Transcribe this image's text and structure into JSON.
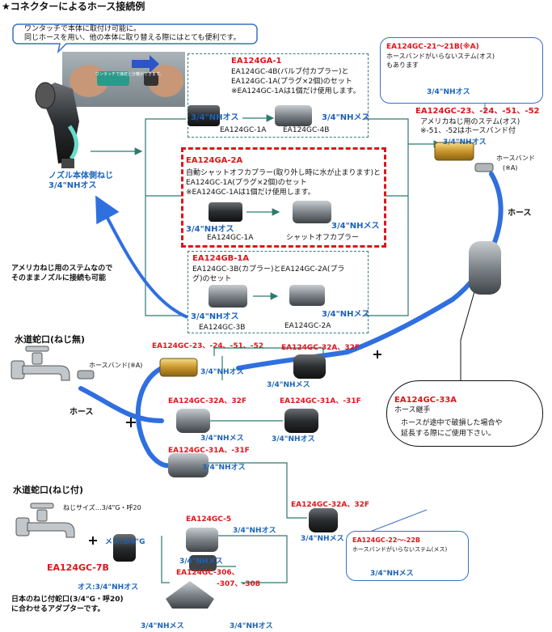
{
  "page": {
    "title": "★コネクターによるホース接続例",
    "note_line1": "ワンタッチで本体に取付け可能に。",
    "note_line2": "同じホースを用い、他の本体に取り替える際にはとても便利です。",
    "photo_caption": "ワンタッチで接続と分離ができます。"
  },
  "nozzle": {
    "label": "ノズル本体側ねじ",
    "thread": "3/4\"NHオス",
    "direct_note1": "アメリカねじ用のステムなので",
    "direct_note2": "そのままノズルに接続も可能"
  },
  "set_ga1": {
    "code": "EA124GA-1",
    "desc1": "EA124GC-4B(バルブ付カプラー)と",
    "desc2": "EA124GC-1A(プラグ×2個)のセット",
    "desc3": "※EA124GC-1Aは1個だけ使用します。",
    "left_thread": "3/4\"NHオス",
    "right_thread": "3/4\"NHメス",
    "left_part": "EA124GC-1A",
    "right_part": "EA124GC-4B"
  },
  "set_ga2": {
    "code": "EA124GA-2A",
    "desc1": "自動シャットオフカプラー(取り外し時に水が止まります)と",
    "desc2": "EA124GC-1A(プラグ×2個)のセット",
    "desc3": "※EA124GC-1Aは1個だけ使用します。",
    "left_thread": "3/4\"NHオス",
    "right_thread": "3/4\"NHメス",
    "left_part": "EA124GC-1A",
    "right_part": "シャットオフカプラー"
  },
  "set_gb1": {
    "code": "EA124GB-1A",
    "desc1": "EA124GC-3B(カプラー)とEA124GC-2A(プラ",
    "desc2": "グ)のセット",
    "left_thread": "3/4\"NHオス",
    "right_thread": "3/4\"NHメス",
    "left_part": "EA124GC-3B",
    "right_part": "EA124GC-2A"
  },
  "stem_21": {
    "code": "EA124GC-21～21B(※A)",
    "desc1": "ホースバンドがいらないステム(オス)",
    "desc2": "もあります",
    "thread": "3/4\"NHオス"
  },
  "stem_23_top": {
    "code": "EA124GC-23、-24、-51、-52",
    "desc1": "アメリカねじ用のステム(オス)",
    "desc2": "※-51、-52はホースバンド付",
    "thread": "3/4\"NHオス",
    "band": "ホースバンド",
    "band_note": "(※A)",
    "hose": "ホース"
  },
  "joint_33": {
    "code": "EA124GC-33A",
    "name": "ホース継手",
    "desc1": "ホースが途中で破損した場合や",
    "desc2": "延長する際にご使用下さい。"
  },
  "faucet_plain": {
    "label": "水道蛇口(ねじ無)",
    "band": "ホースバンド(※A)",
    "hose": "ホース",
    "stem_code": "EA124GC-23、-24、-51、-52",
    "stem_thread": "3/4\"NHオス"
  },
  "mid_parts": {
    "c32a_top": "EA124GC-32A、32F",
    "c32a_top_thread": "3/4\"NHメス",
    "c32a_left": "EA124GC-32A、32F",
    "c32a_left_thread": "3/4\"NHメス",
    "c31a_right": "EA124GC-31A、-31F",
    "c31a_right_thread": "3/4\"NHオス",
    "c31a_low": "EA124GC-31A、-31F",
    "c31a_low_thread": "3/4\"NHオス"
  },
  "faucet_thread": {
    "label": "水道蛇口(ねじ付)",
    "size": "ねじサイズ…3/4\"G・呼20",
    "female": "メス:3/4\"G",
    "adapter_code": "EA124GC-7B",
    "male": "オス:3/4\"NHオス",
    "adapter_note1": "日本のねじ付蛇口(3/4\"G・呼20)",
    "adapter_note2": "に合わせるアダプターです。"
  },
  "bottom_parts": {
    "gc5": "EA124GC-5",
    "gc5_thread": "3/4\"NHオス",
    "gc5_low_thread": "3/4\"NHメス",
    "gc306": "EA124GC-306、",
    "gc307": "-307、-308",
    "y_thread_left": "3/4\"NHメス",
    "y_thread_right": "3/4\"NHオス",
    "c32a_bottom": "EA124GC-32A、32F",
    "c32a_bottom_thread": "3/4\"NHメス"
  },
  "stem_22": {
    "code": "EA124GC-22～-22B",
    "desc": "ホースバンドがいらないステム(メス)",
    "thread": "3/4\"NHメス"
  },
  "colors": {
    "red": "#e0141b",
    "blue": "#1b62b8",
    "hose": "#2f6fe0",
    "line": "#2c7a72"
  }
}
